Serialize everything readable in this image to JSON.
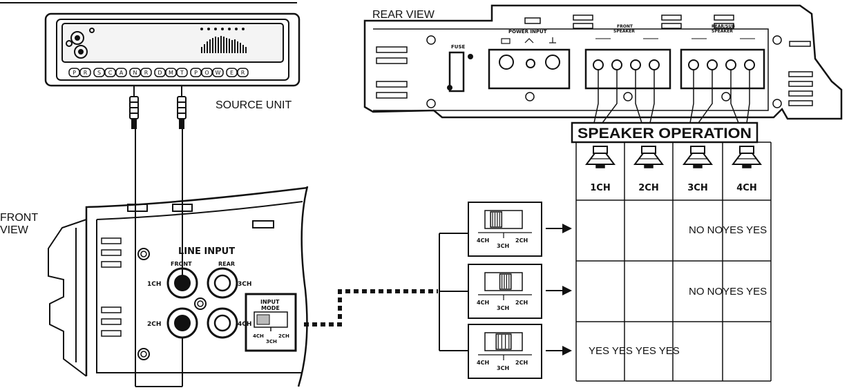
{
  "labels": {
    "rear_view": "REAR VIEW",
    "source_unit": "SOURCE UNIT",
    "front_view_1": "FRONT",
    "front_view_2": "VIEW",
    "line_input": "LINE INPUT",
    "front": "FRONT",
    "rear": "REAR",
    "ch1_left": "1CH",
    "ch2_left": "2CH",
    "ch3_right": "3CH",
    "ch4_right": "4CH",
    "input_mode_1": "INPUT",
    "input_mode_2": "MODE",
    "fuse": "FUSE",
    "power_input": "POWER INPUT",
    "front_speaker_1": "FRONT",
    "front_speaker_2": "SPEAKER",
    "rear_sub_speaker_1": "REAR/SUB",
    "rear_sub_speaker_2": "SPEAKER",
    "speaker_operation": "SPEAKER OPERATION"
  },
  "source_unit_buttons": [
    "P",
    "R",
    "S",
    "C",
    "A",
    "N",
    "R",
    "D",
    "M",
    "T",
    "P",
    "O",
    "W",
    "E",
    "R"
  ],
  "switch_labels": {
    "left": "4CH",
    "middle": "3CH",
    "right": "2CH"
  },
  "table": {
    "columns": [
      "1CH",
      "2CH",
      "3CH",
      "4CH"
    ],
    "rows": [
      {
        "text": "NO NOYES YES"
      },
      {
        "text": "NO NOYES YES"
      },
      {
        "text": "YES YES YES YES"
      }
    ]
  }
}
